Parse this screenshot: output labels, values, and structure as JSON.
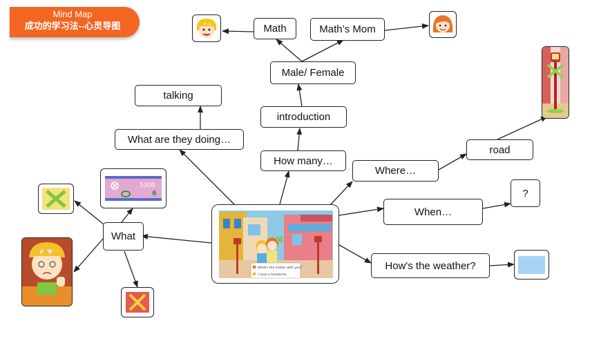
{
  "banner": {
    "title": "Mind Map",
    "subtitle": "成功的学习法--心灵导图"
  },
  "nodes": {
    "math": "Math",
    "maths_mom": "Math’s Mom",
    "male_female": "Male/ Female",
    "introduction": "introduction",
    "how_many": "How many…",
    "talking": "talking",
    "what_doing": "What are they doing…",
    "where": "Where…",
    "road": "road",
    "when": "When…",
    "question": "?",
    "weather": "How's the weather?",
    "what": "What"
  },
  "scene": {
    "dialog_line1": "What's the matter with you?",
    "dialog_line2": "I have a headache."
  },
  "phone": {
    "number": "5300",
    "digit": "6"
  },
  "icons": {
    "boy_face": "smiling-boy-face",
    "mom_face": "woman-face",
    "lamp_post": "street-lamp",
    "sky": "blue-sky-swatch",
    "sick_boy": "boy-with-headache",
    "cross_mark": "green-cross-mark",
    "phone_card": "phone-screen"
  },
  "colors": {
    "banner": "#f26522",
    "line": "#222222"
  }
}
